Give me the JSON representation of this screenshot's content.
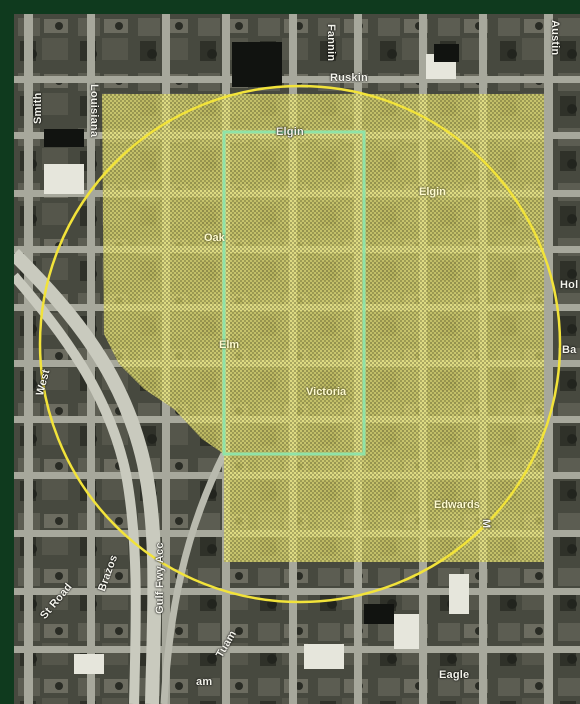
{
  "map": {
    "streets": {
      "fannin": "Fannin",
      "austin": "Austin",
      "ruskin": "Ruskin",
      "louisiana": "Louisiana",
      "smith": "Smith",
      "elgin": "Elgin",
      "holman": "Hol",
      "bas": "Ba",
      "gulf_fwy_acc": "Gulf Fwy Acc",
      "eagle": "Eagle",
      "main": "M",
      "webster": "am",
      "st_road": "St Road",
      "brazos": "Brazos",
      "west_gray": "West",
      "tuam": "Tuam"
    },
    "areas": {
      "label_a": "Elgin",
      "label_b": "Oak",
      "label_c": "Edwards",
      "label_d": "Elm",
      "label_e": "Victoria"
    },
    "colors": {
      "frame": "#0f3a1e",
      "highlight_fill": "#f4ee7a",
      "circle_stroke": "#f2e33a",
      "inner_rect_stroke": "#8fe3a8"
    }
  }
}
